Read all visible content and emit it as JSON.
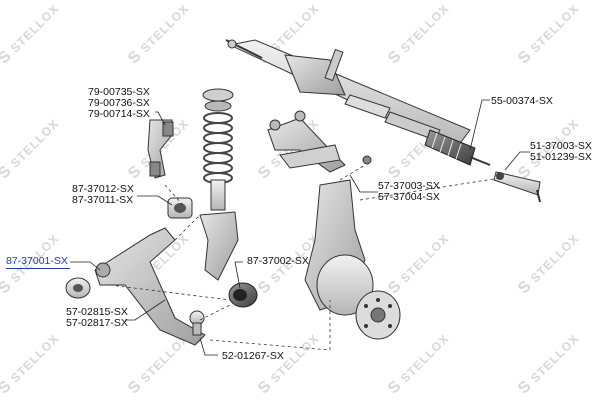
{
  "watermark": "STELLOX",
  "labels": {
    "a1": "79-00735-SX",
    "a2": "79-00736-SX",
    "a3": "79-00714-SX",
    "b1": "87-37012-SX",
    "b2": "87-37011-SX",
    "c1": "87-37001-SX",
    "d1": "57-02815-SX",
    "d2": "57-02817-SX",
    "e1": "52-01267-SX",
    "f1": "87-37002-SX",
    "g1": "57-37003-SX",
    "g2": "57-37004-SX",
    "h1": "55-00374-SX",
    "i1": "51-37003-SX",
    "i2": "51-01239-SX"
  },
  "colors": {
    "highlight": "#1a3fb5",
    "line": "#111111",
    "part": "#c8c8c8"
  }
}
